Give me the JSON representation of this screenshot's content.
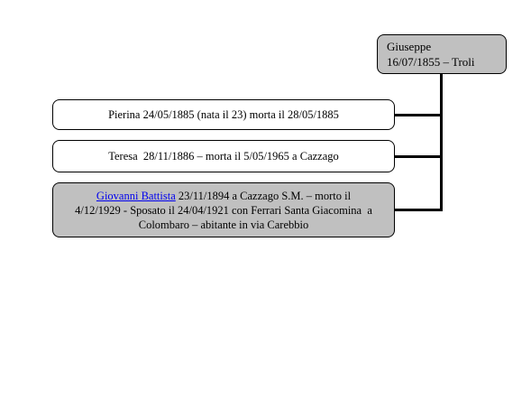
{
  "root": {
    "name": "Giuseppe",
    "details": "16/07/1855 – Troli"
  },
  "children": [
    {
      "text": "Pierina 24/05/1885 (nata il 23) morta il 28/05/1885"
    },
    {
      "text": "Teresa  28/11/1886 – morta il 5/05/1965 a Cazzago"
    },
    {
      "link": "Giovanni Battista",
      "line1_rest": " 23/11/1894 a Cazzago S.M. – morto il",
      "line2": "4/12/1929 - Sposato il 24/04/1921 con Ferrari Santa Giacomina  a",
      "line3": "Colombaro – abitante in via Carebbio"
    }
  ],
  "colors": {
    "box_grey": "#c0c0c0",
    "link": "#0000ee",
    "connector": "#000000"
  }
}
